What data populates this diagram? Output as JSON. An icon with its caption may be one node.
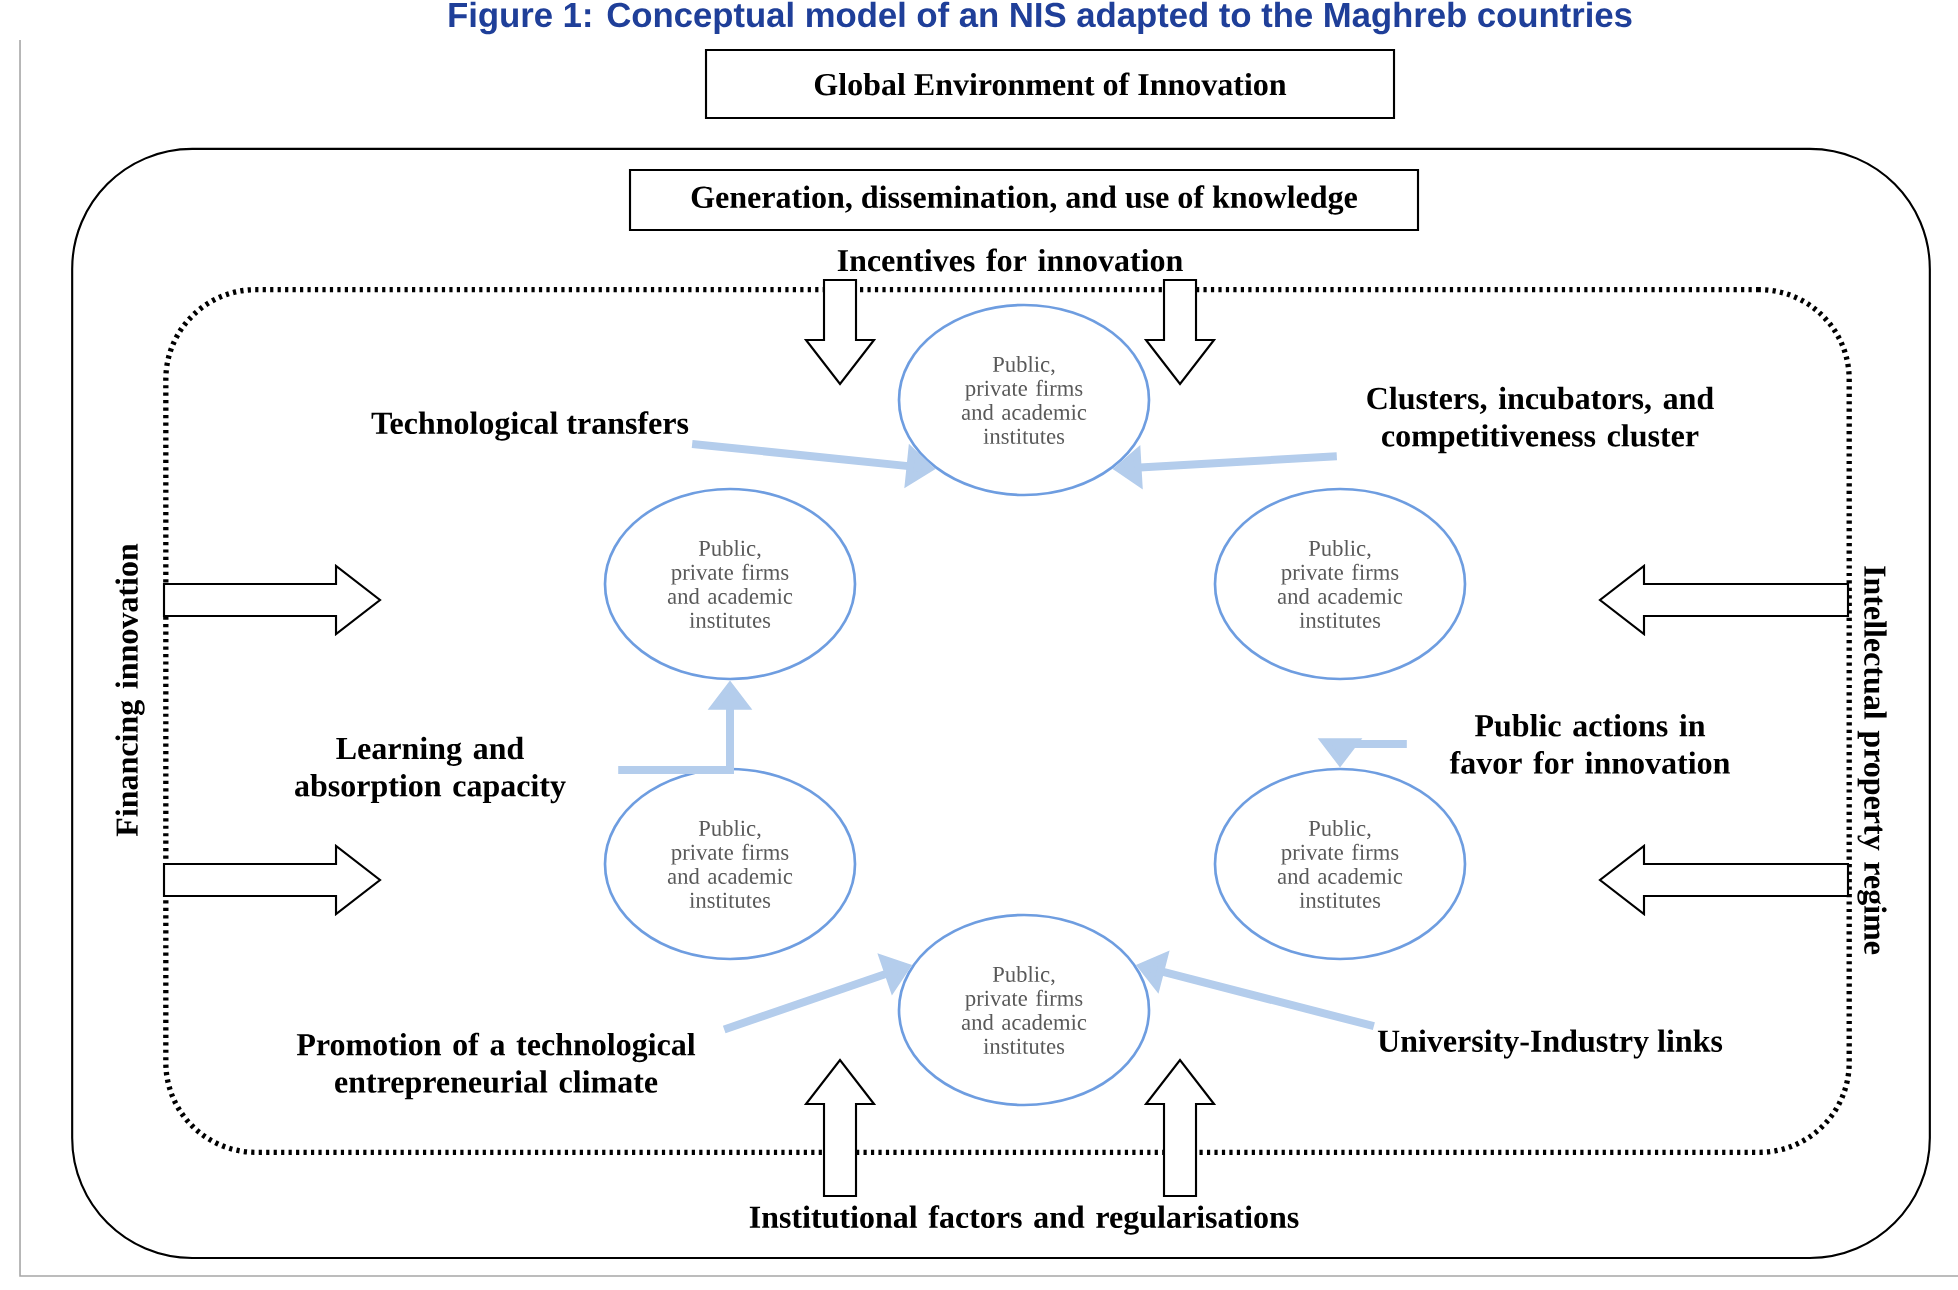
{
  "diagram": {
    "title": "Figure 1: Conceptual model of an NIS adapted to the Maghreb countries",
    "nodes": [
      {
        "text": [
          "Global Environment of Innovation"
        ]
      },
      {
        "text": [],
        "shape": "box"
      },
      {
        "text": [
          "Generation, dissemination, and use of knowledge"
        ],
        "in": 1
      },
      {
        "text": [
          "Incentives for innovation"
        ],
        "in": 1
      },
      {
        "text": [],
        "shape": "box",
        "in": 1
      },
      {
        "text": [
          "Financing innovation"
        ],
        "in": 1
      },
      {
        "text": [
          "Intellectual property regime"
        ],
        "in": 1
      },
      {
        "text": [
          "Institutional factors and regularisations"
        ],
        "in": 1
      },
      {
        "text": [
          "Public, private firms and academic institutes"
        ],
        "in": 4
      },
      {
        "text": [
          "Public, private firms and academic institutes"
        ],
        "in": 4
      },
      {
        "text": [
          "Public, private firms and academic institutes"
        ],
        "in": 4
      },
      {
        "text": [
          "Public, private firms and academic institutes"
        ],
        "in": 4
      },
      {
        "text": [
          "Public, private firms and academic institutes"
        ],
        "in": 4
      },
      {
        "text": [
          "Public, private firms and academic institutes"
        ],
        "in": 4
      },
      {
        "text": [
          "Technological transfers"
        ],
        "in": 4
      },
      {
        "text": [
          "Clusters, incubators, and competitiveness cluster"
        ],
        "in": 4
      },
      {
        "text": [
          "Learning and absorption capacity"
        ],
        "in": 4
      },
      {
        "text": [
          "Public actions in favor for innovation"
        ],
        "in": 4
      },
      {
        "text": [
          "Promotion of a technological entrepreneurial climate"
        ],
        "in": 4
      },
      {
        "text": [
          "University-Industry links"
        ],
        "in": 4
      }
    ],
    "edges": [
      {
        "from": 3,
        "to": null,
        "arrow": "to"
      },
      {
        "from": 3,
        "to": null,
        "arrow": "to"
      },
      {
        "from": 5,
        "to": null,
        "arrow": "to"
      },
      {
        "from": 5,
        "to": null,
        "arrow": "to"
      },
      {
        "from": 6,
        "to": null,
        "arrow": "to"
      },
      {
        "from": 6,
        "to": null,
        "arrow": "to"
      },
      {
        "from": 7,
        "to": null,
        "arrow": "to"
      },
      {
        "from": 7,
        "to": null,
        "arrow": "to"
      },
      {
        "from": 14,
        "to": 8,
        "arrow": "to",
        "color": "#b4cdec"
      },
      {
        "from": 15,
        "to": 8,
        "arrow": "to",
        "color": "#b4cdec"
      },
      {
        "from": 16,
        "to": 9,
        "arrow": "to",
        "color": "#b4cdec"
      },
      {
        "from": 17,
        "to": 12,
        "arrow": "to",
        "color": "#b4cdec"
      },
      {
        "from": 18,
        "to": 13,
        "arrow": "to",
        "color": "#b4cdec"
      },
      {
        "from": 19,
        "to": 13,
        "arrow": "to",
        "color": "#b4cdec"
      }
    ]
  }
}
